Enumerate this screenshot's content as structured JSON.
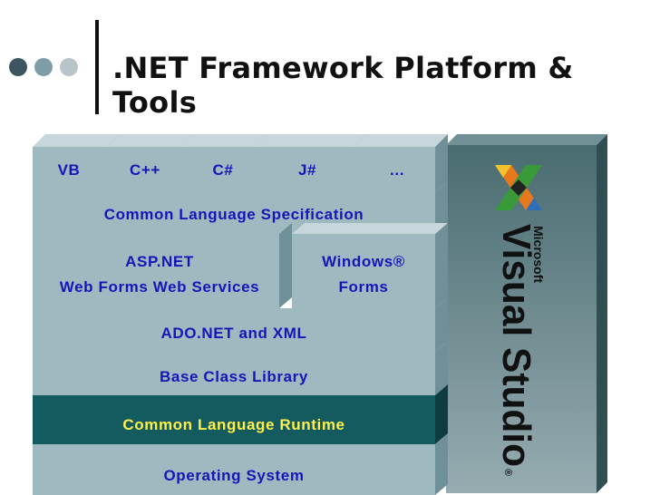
{
  "title": ".NET Framework Platform & Tools",
  "languages": [
    "VB",
    "C++",
    "C#",
    "J#",
    "…"
  ],
  "layers": {
    "cls": "Common Language Specification",
    "asp_line1": "ASP.NET",
    "asp_line2": "Web Forms   Web Services",
    "win_line1": "Windows®",
    "win_line2": "Forms",
    "ado": "ADO.NET and XML",
    "bcl": "Base Class Library",
    "clr": "Common Language Runtime",
    "os": "Operating System"
  },
  "visual_studio": {
    "brand": "Microsoft",
    "product": "Visual Studio",
    "mark": "®"
  },
  "colors": {
    "layer_light": "#9fb9c1",
    "layer_dark": "#145b5f",
    "label_blue": "#1616b8",
    "label_yellow": "#fff14a",
    "vs_panel": "#4e7479"
  }
}
